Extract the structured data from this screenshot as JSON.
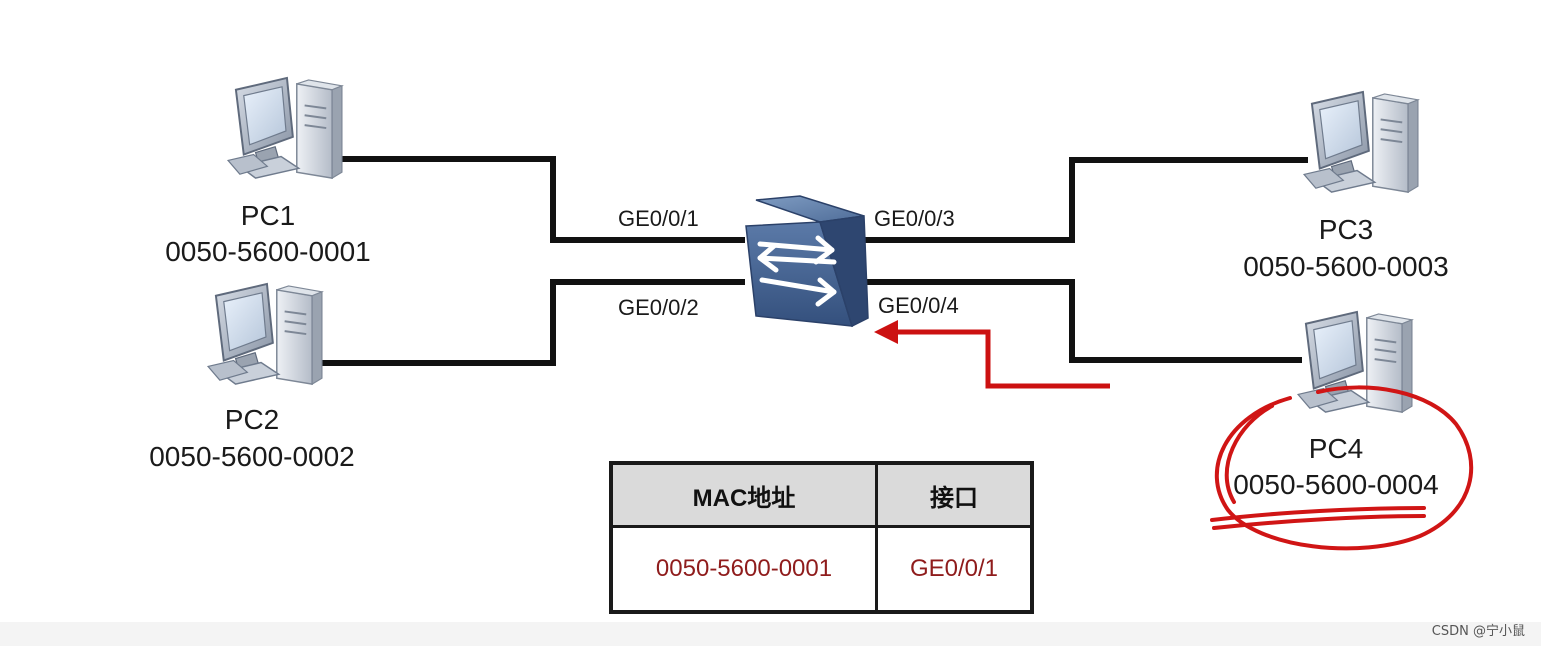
{
  "pcs": [
    {
      "name": "PC1",
      "mac": "0050-5600-0001"
    },
    {
      "name": "PC2",
      "mac": "0050-5600-0002"
    },
    {
      "name": "PC3",
      "mac": "0050-5600-0003"
    },
    {
      "name": "PC4",
      "mac": "0050-5600-0004"
    }
  ],
  "ports": {
    "p1": "GE0/0/1",
    "p2": "GE0/0/2",
    "p3": "GE0/0/3",
    "p4": "GE0/0/4"
  },
  "mac_table": {
    "headers": [
      "MAC地址",
      "接口"
    ],
    "rows": [
      {
        "mac": "0050-5600-0001",
        "port": "GE0/0/1"
      }
    ]
  },
  "watermark": "CSDN @宁小鼠",
  "colors": {
    "cable": "#111111",
    "annotation": "#cc1111",
    "table_value": "#8f1c1c",
    "table_header_bg": "#dadada"
  }
}
